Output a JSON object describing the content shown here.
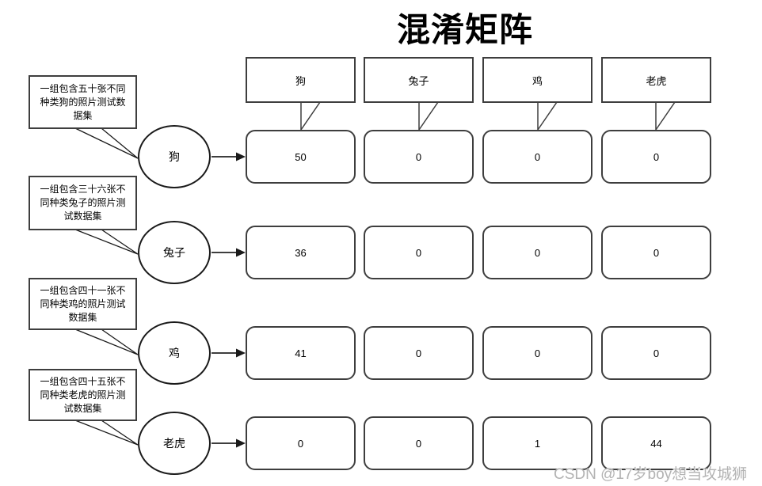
{
  "title": "混淆矩阵",
  "watermark": "CSDN @17岁boy想当攻城狮",
  "columns": [
    "狗",
    "兔子",
    "鸡",
    "老虎"
  ],
  "rows": [
    {
      "label": "狗",
      "note": "一组包含五十张不同种类狗的照片测试数据集",
      "values": [
        50,
        0,
        0,
        0
      ]
    },
    {
      "label": "兔子",
      "note": "一组包含三十六张不同种类兔子的照片测试数据集",
      "values": [
        36,
        0,
        0,
        0
      ]
    },
    {
      "label": "鸡",
      "note": "一组包含四十一张不同种类鸡的照片测试数据集",
      "values": [
        41,
        0,
        0,
        0
      ]
    },
    {
      "label": "老虎",
      "note": "一组包含四十五张不同种类老虎的照片测试数据集",
      "values": [
        0,
        0,
        1,
        44
      ]
    }
  ],
  "chart_data": {
    "type": "heatmap",
    "title": "混淆矩阵",
    "categories": [
      "狗",
      "兔子",
      "鸡",
      "老虎"
    ],
    "series": [
      {
        "name": "狗",
        "values": [
          50,
          0,
          0,
          0
        ]
      },
      {
        "name": "兔子",
        "values": [
          36,
          0,
          0,
          0
        ]
      },
      {
        "name": "鸡",
        "values": [
          41,
          0,
          0,
          0
        ]
      },
      {
        "name": "老虎",
        "values": [
          0,
          0,
          1,
          44
        ]
      }
    ]
  },
  "colors": {
    "stroke": "#3e3e3e",
    "watermark": "#b3b3b3",
    "background": "#ffffff"
  }
}
